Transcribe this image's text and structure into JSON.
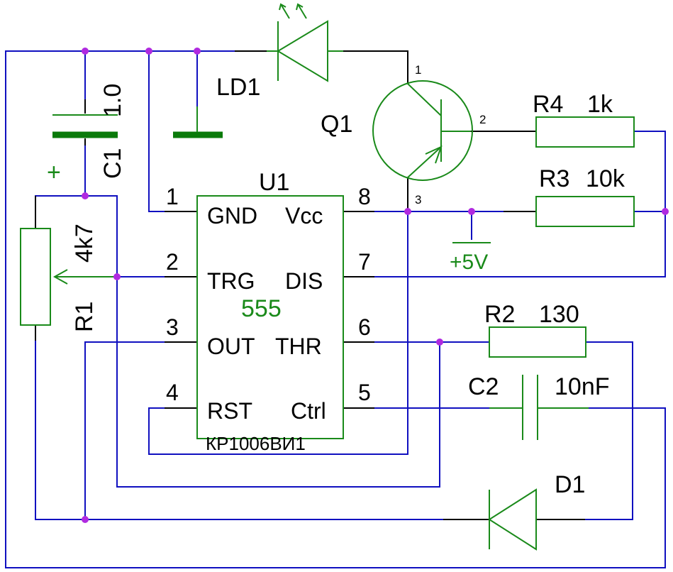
{
  "ic": {
    "ref": "U1",
    "type": "555",
    "part": "КР1006ВИ1",
    "pin_numbers": [
      "1",
      "2",
      "3",
      "4",
      "5",
      "6",
      "7",
      "8"
    ],
    "pin_names": [
      "GND",
      "TRG",
      "OUT",
      "RST",
      "Ctrl",
      "THR",
      "DIS",
      "Vcc"
    ]
  },
  "led": {
    "ref": "LD1"
  },
  "transistor": {
    "ref": "Q1",
    "pins": [
      "1",
      "2",
      "3"
    ]
  },
  "r4": {
    "ref": "R4",
    "value": "1k"
  },
  "r3": {
    "ref": "R3",
    "value": "10k"
  },
  "r2": {
    "ref": "R2",
    "value": "130"
  },
  "r1": {
    "ref": "R1",
    "value": "4k7"
  },
  "c1": {
    "ref": "C1",
    "value": "1.0",
    "polarity": "+"
  },
  "c2": {
    "ref": "C2",
    "value": "10nF"
  },
  "d1": {
    "ref": "D1"
  },
  "power": {
    "label": "+5V"
  },
  "colors": {
    "wire": "#1010c0",
    "component": "#1a8a1a",
    "junction": "#b02ae0",
    "pin": "#000000"
  }
}
